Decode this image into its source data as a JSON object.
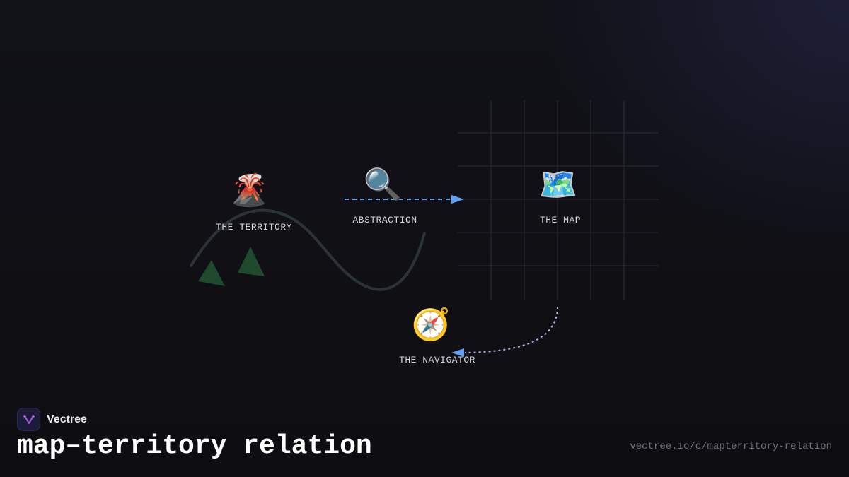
{
  "nodes": {
    "territory": {
      "label": "THE TERRITORY",
      "icon": "volcano-icon",
      "glyph": "🌋"
    },
    "abstraction": {
      "label": "ABSTRACTION",
      "icon": "magnifying-glass-icon",
      "glyph": "🔍"
    },
    "map": {
      "label": "THE MAP",
      "icon": "world-map-icon",
      "glyph": "🗺️"
    },
    "navigator": {
      "label": "THE NAVIGATOR",
      "icon": "compass-icon",
      "glyph": "🧭"
    }
  },
  "colors": {
    "abstraction_arrow": "#5fa3f5",
    "navigator_arrow": "#c9a8f0",
    "terrain_curve": "#2b3238",
    "mountains": "#1f4a2e",
    "grid": "#2c2e36"
  },
  "brand": {
    "name": "Vectree"
  },
  "footer": {
    "title": "map–territory relation",
    "url": "vectree.io/c/mapterritory-relation"
  }
}
